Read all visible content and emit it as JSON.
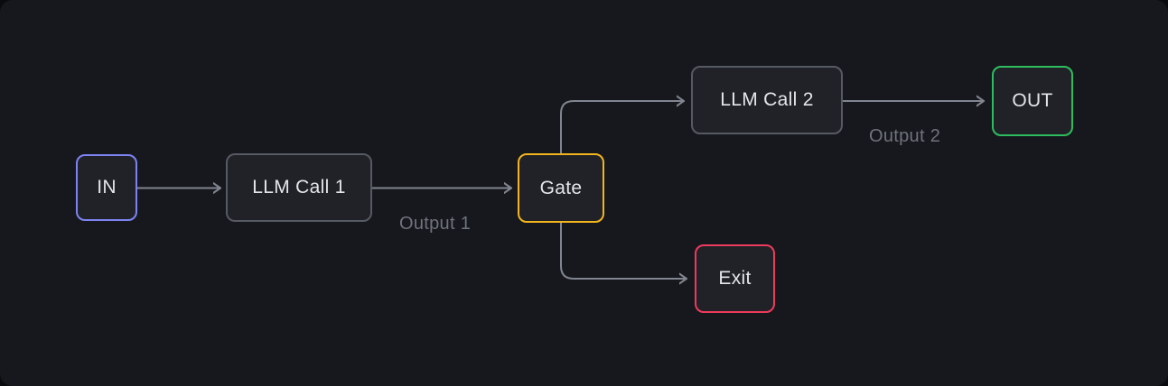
{
  "diagram": {
    "type": "flowchart",
    "nodes": [
      {
        "id": "in",
        "label": "IN",
        "border_color": "#7d83f2"
      },
      {
        "id": "llm1",
        "label": "LLM Call 1",
        "border_color": "#555a63"
      },
      {
        "id": "gate",
        "label": "Gate",
        "border_color": "#f2b51d"
      },
      {
        "id": "llm2",
        "label": "LLM Call 2",
        "border_color": "#555a63"
      },
      {
        "id": "out",
        "label": "OUT",
        "border_color": "#2ebd5e"
      },
      {
        "id": "exit",
        "label": "Exit",
        "border_color": "#ee3a5c"
      }
    ],
    "edges": [
      {
        "from": "in",
        "to": "llm1",
        "label": ""
      },
      {
        "from": "llm1",
        "to": "gate",
        "label": "Output 1"
      },
      {
        "from": "gate",
        "to": "llm2",
        "label": ""
      },
      {
        "from": "llm2",
        "to": "out",
        "label": "Output 2"
      },
      {
        "from": "gate",
        "to": "exit",
        "label": ""
      }
    ],
    "colors": {
      "page_background": "#0a0b0e",
      "canvas_background": "#17181d",
      "node_fill": "#212228",
      "node_text": "#e4e5e8",
      "node_border_gray": "#555a63",
      "connector": "#80858f",
      "edge_label_text": "#6e737d",
      "accent_indigo": "#7d83f2",
      "accent_amber": "#f2b51d",
      "accent_green": "#2ebd5e",
      "accent_rose": "#ee3a5c"
    }
  }
}
